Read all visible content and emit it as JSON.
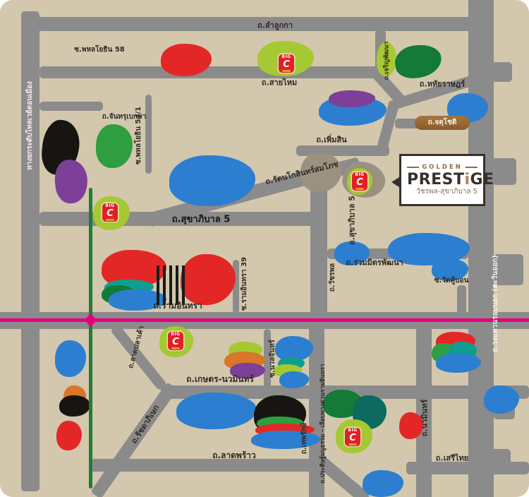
{
  "title": "Golden Prestige Watcharaphon - Sukhaphiban 5 location map",
  "palette": {
    "background": "#d3c7ad",
    "road": "#8b8b8b",
    "rail_line_pink": "#e6007e",
    "route_line_green": "#1f7d35",
    "bigc_red": "#e31f26",
    "bigc_orange": "#f7941d",
    "logo_gold": "#8a6f4b",
    "logo_charcoal": "#35322e",
    "landmark_red": "#e32726",
    "landmark_green": "#2f9e41",
    "landmark_dark_green": "#137a37",
    "landmark_lime": "#a6c832",
    "landmark_blue": "#2c7fd0",
    "landmark_purple": "#7d3f98",
    "landmark_black": "#161512",
    "landmark_teal": "#0d9e8f",
    "landmark_orange": "#d97627"
  },
  "logo": {
    "golden": "GOLDEN",
    "prestige_a": "PREST",
    "prestige_i": "i",
    "prestige_b": "GE",
    "subtitle": "วัชรพล-สุขาภิบาล 5"
  },
  "bigc": {
    "big": "BIG",
    "c": "C"
  },
  "labels": [
    {
      "text": "ถ.ลำลูกกา"
    },
    {
      "text": "ซ.พหลโยธิน 58"
    },
    {
      "text": "ถ.สายไหม"
    },
    {
      "text": "ถ.หทัยราษฎร์"
    },
    {
      "text": "ถ.จันทรุเบกษา"
    },
    {
      "text": "ซ.พหลโยธิน 54/1"
    },
    {
      "text": "ถ.เจริญพัฒนา"
    },
    {
      "text": "ถ.เพิ่มสิน"
    },
    {
      "text": "ถ.จตุโชติ"
    },
    {
      "text": "ถ.รัตนโกสินทร์สมโภช"
    },
    {
      "text": "ถ.สุขาภิบาล 5"
    },
    {
      "text": "ถ.สุขาภิบาล 5"
    },
    {
      "text": "ถ.ร่วมมิตรพัฒนา"
    },
    {
      "text": "ซ.วัดคู้บอน"
    },
    {
      "text": "ถ.วัชรพล"
    },
    {
      "text": "ซ.รามอินทรา 39"
    },
    {
      "text": "ถ.รามอินทรา"
    },
    {
      "text": "ถ.ลาดปลาเค้า"
    },
    {
      "text": "ถ.เกษตร-นวมินทร์"
    },
    {
      "text": "ซ.นวลจันทร์"
    },
    {
      "text": "ถ.รัชดาภิเษก"
    },
    {
      "text": "ถ.ลาดพร้าว"
    },
    {
      "text": "ถ.เทพรักษ์"
    },
    {
      "text": "ถ.ประดิษฐ์มนูธรรม - เลียบทางด่วนรามอินทรา"
    },
    {
      "text": "ถ.นวมินทร์"
    },
    {
      "text": "ถ.เสรีไทย"
    },
    {
      "text": "ทางยกระดับโทลเวย์ดอนเมือง"
    },
    {
      "text": "ถ.วงแหวนรอบนอก (ตะวันออก)"
    }
  ]
}
